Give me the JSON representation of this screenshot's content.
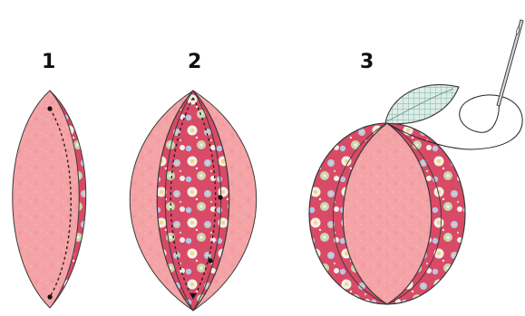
{
  "steps": [
    {
      "label": "1"
    },
    {
      "label": "2"
    },
    {
      "label": "3"
    }
  ],
  "colors": {
    "light_pink": "#f4a3a6",
    "light_pink_dark": "#e88d92",
    "floral_base": "#d94a66",
    "floral_dark": "#c23a57",
    "floral_flower_blue": "#b8c6e6",
    "floral_flower_white": "#f3efe8",
    "floral_flower_green": "#c9d6b0",
    "floral_center_yellow": "#f2d67a",
    "leaf_fill": "#cfe3dc",
    "leaf_grid": "#7fb3a6",
    "outline": "#3a3a3a",
    "thread": "#222222"
  },
  "icons": {
    "needle": "needle-icon",
    "leaf": "leaf-icon"
  }
}
